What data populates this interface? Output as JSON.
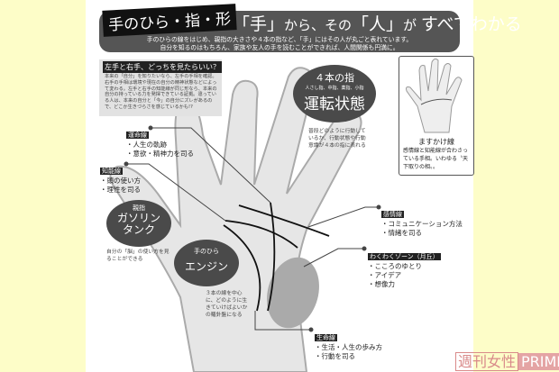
{
  "header": {
    "tag": "手のひら・指・形",
    "headline": {
      "q1": "「手」",
      "t1": "から、その",
      "q2": "「人」",
      "t2": "が",
      "t3": "すべてわかる"
    },
    "sub1": "手のひらの線をはじめ、親指の大きさや４本の指など、「手」にはその人が丸ごと表れています。",
    "sub2": "自分を知るのはもちろん、家族や友人の手を読むことができれば、人間関係も円満に。"
  },
  "left_box": {
    "title": "左手と右手、どっちを見たらいい？",
    "body": "本来の「自分」を知りたいなら、左手の手相を確認。右手の手相は環境や現在の自分の精神状態などによって変わる。左手と右手の知能線が同じ形なら、本来の自分の持っている力を発揮できている証拠。違っている人は、本来の自分と「今」の自分にズレがあるので、どこか生きづらさを感じているかも!?"
  },
  "fingers": {
    "title": "４本の指",
    "names": "人さし指、中指、薬指、小指",
    "big": "運転状態",
    "note": "普段どのように行動しているか、行動状態や行動意識が４本の指に表れる"
  },
  "thumb": {
    "title": "親指",
    "big1": "ガソリン",
    "big2": "タンク",
    "note": "自分の「脳」の使い方を見ることができる"
  },
  "palm": {
    "title": "手のひら",
    "big": "エンジン",
    "note": "３本の線を中心に、どのように生きていけばよいかの羅針盤になる"
  },
  "mini": {
    "title": "ますかけ線",
    "body": "感情線と知能線が合わさっている手相。いわゆる〝天下取りの相〟。"
  },
  "lines": {
    "fate": {
      "label": "運命線",
      "items": [
        "・人生の軌跡",
        "・意欲・精神力を司る"
      ]
    },
    "head": {
      "label": "知能線",
      "items": [
        "・頭の使い方",
        "・理性を司る"
      ]
    },
    "heart": {
      "label": "感情線",
      "items": [
        "・コミュニケーション方法",
        "・情緒を司る"
      ]
    },
    "moon": {
      "label": "わくわくゾーン（月丘）",
      "items": [
        "・こころのゆとり",
        "・アイデア",
        "・想像力"
      ]
    },
    "life": {
      "label": "生命線",
      "items": [
        "・生活・人生の歩み方",
        "・行動を司る"
      ]
    }
  },
  "watermark": {
    "text1": "週刊女性",
    "text2": "PRIME"
  },
  "colors": {
    "border": "#fdfdc8",
    "dark": "#4a4a4a",
    "hand": "#e6e6e6",
    "moon": "#aaaaaa",
    "watermark": "#d98a8a"
  }
}
